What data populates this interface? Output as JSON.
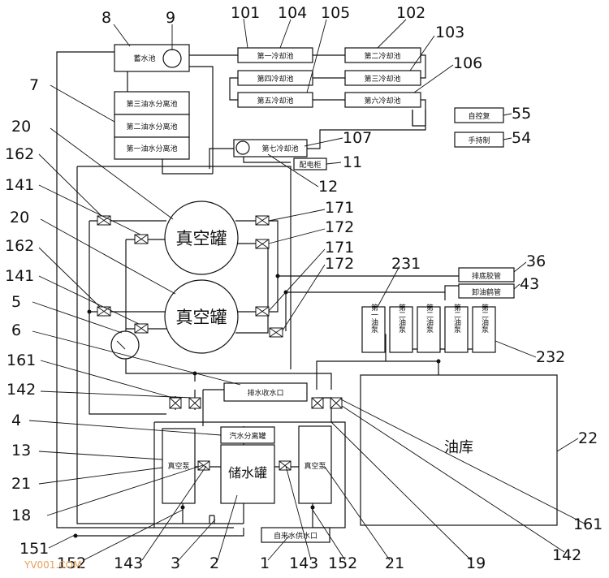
{
  "boxes": {
    "storage_pool": "蓄水池",
    "cool_1": "第一冷却池",
    "cool_2": "第二冷却池",
    "cool_3": "第三冷却池",
    "cool_4": "第四冷却池",
    "cool_5": "第五冷却池",
    "cool_6": "第六冷却池",
    "cool_7": "第七冷却池",
    "sep_3": "第三油水分离池",
    "sep_2": "第二油水分离池",
    "sep_1": "第一油水分离池",
    "elec": "配电柜",
    "auto": "自控复",
    "hand": "手持制",
    "drain_hose": "排底胶管",
    "oil_hose": "卸油鹤管",
    "vacuum_tank": "真空罐",
    "drain_port": "排水收水口",
    "steam_sep": "汽水分离罐",
    "water_tank": "储水罐",
    "vac_pump": "真空泵",
    "supply_port": "自来水供水口",
    "oil_depot": "油库",
    "pump_1": "第一油泵",
    "pump_2": "第二油泵",
    "pump_3": "第二油泵",
    "pump_4": "第二油泵",
    "pump_5": "第二油泵"
  },
  "labels": {
    "n8": "8",
    "n9": "9",
    "n101": "101",
    "n104": "104",
    "n105": "105",
    "n102": "102",
    "n103": "103",
    "n106": "106",
    "n7": "7",
    "n20a": "20",
    "n162a": "162",
    "n141a": "141",
    "n20b": "20",
    "n162b": "162",
    "n141b": "141",
    "n5": "5",
    "n6": "6",
    "n161a": "161",
    "n142a": "142",
    "n4": "4",
    "n13": "13",
    "n21a": "21",
    "n18": "18",
    "n151": "151",
    "n152a": "152",
    "n143a": "143",
    "n3": "3",
    "n2": "2",
    "n1": "1",
    "n143b": "143",
    "n152b": "152",
    "n21b": "21",
    "n19": "19",
    "n142b": "142",
    "n161b": "161",
    "n22": "22",
    "n107": "107",
    "n11": "11",
    "n12": "12",
    "n171a": "171",
    "n172a": "172",
    "n171b": "171",
    "n172b": "172",
    "n231": "231",
    "n36": "36",
    "n43": "43",
    "n232": "232",
    "n55": "55",
    "n54": "54"
  },
  "watermark": "YV001.COM"
}
